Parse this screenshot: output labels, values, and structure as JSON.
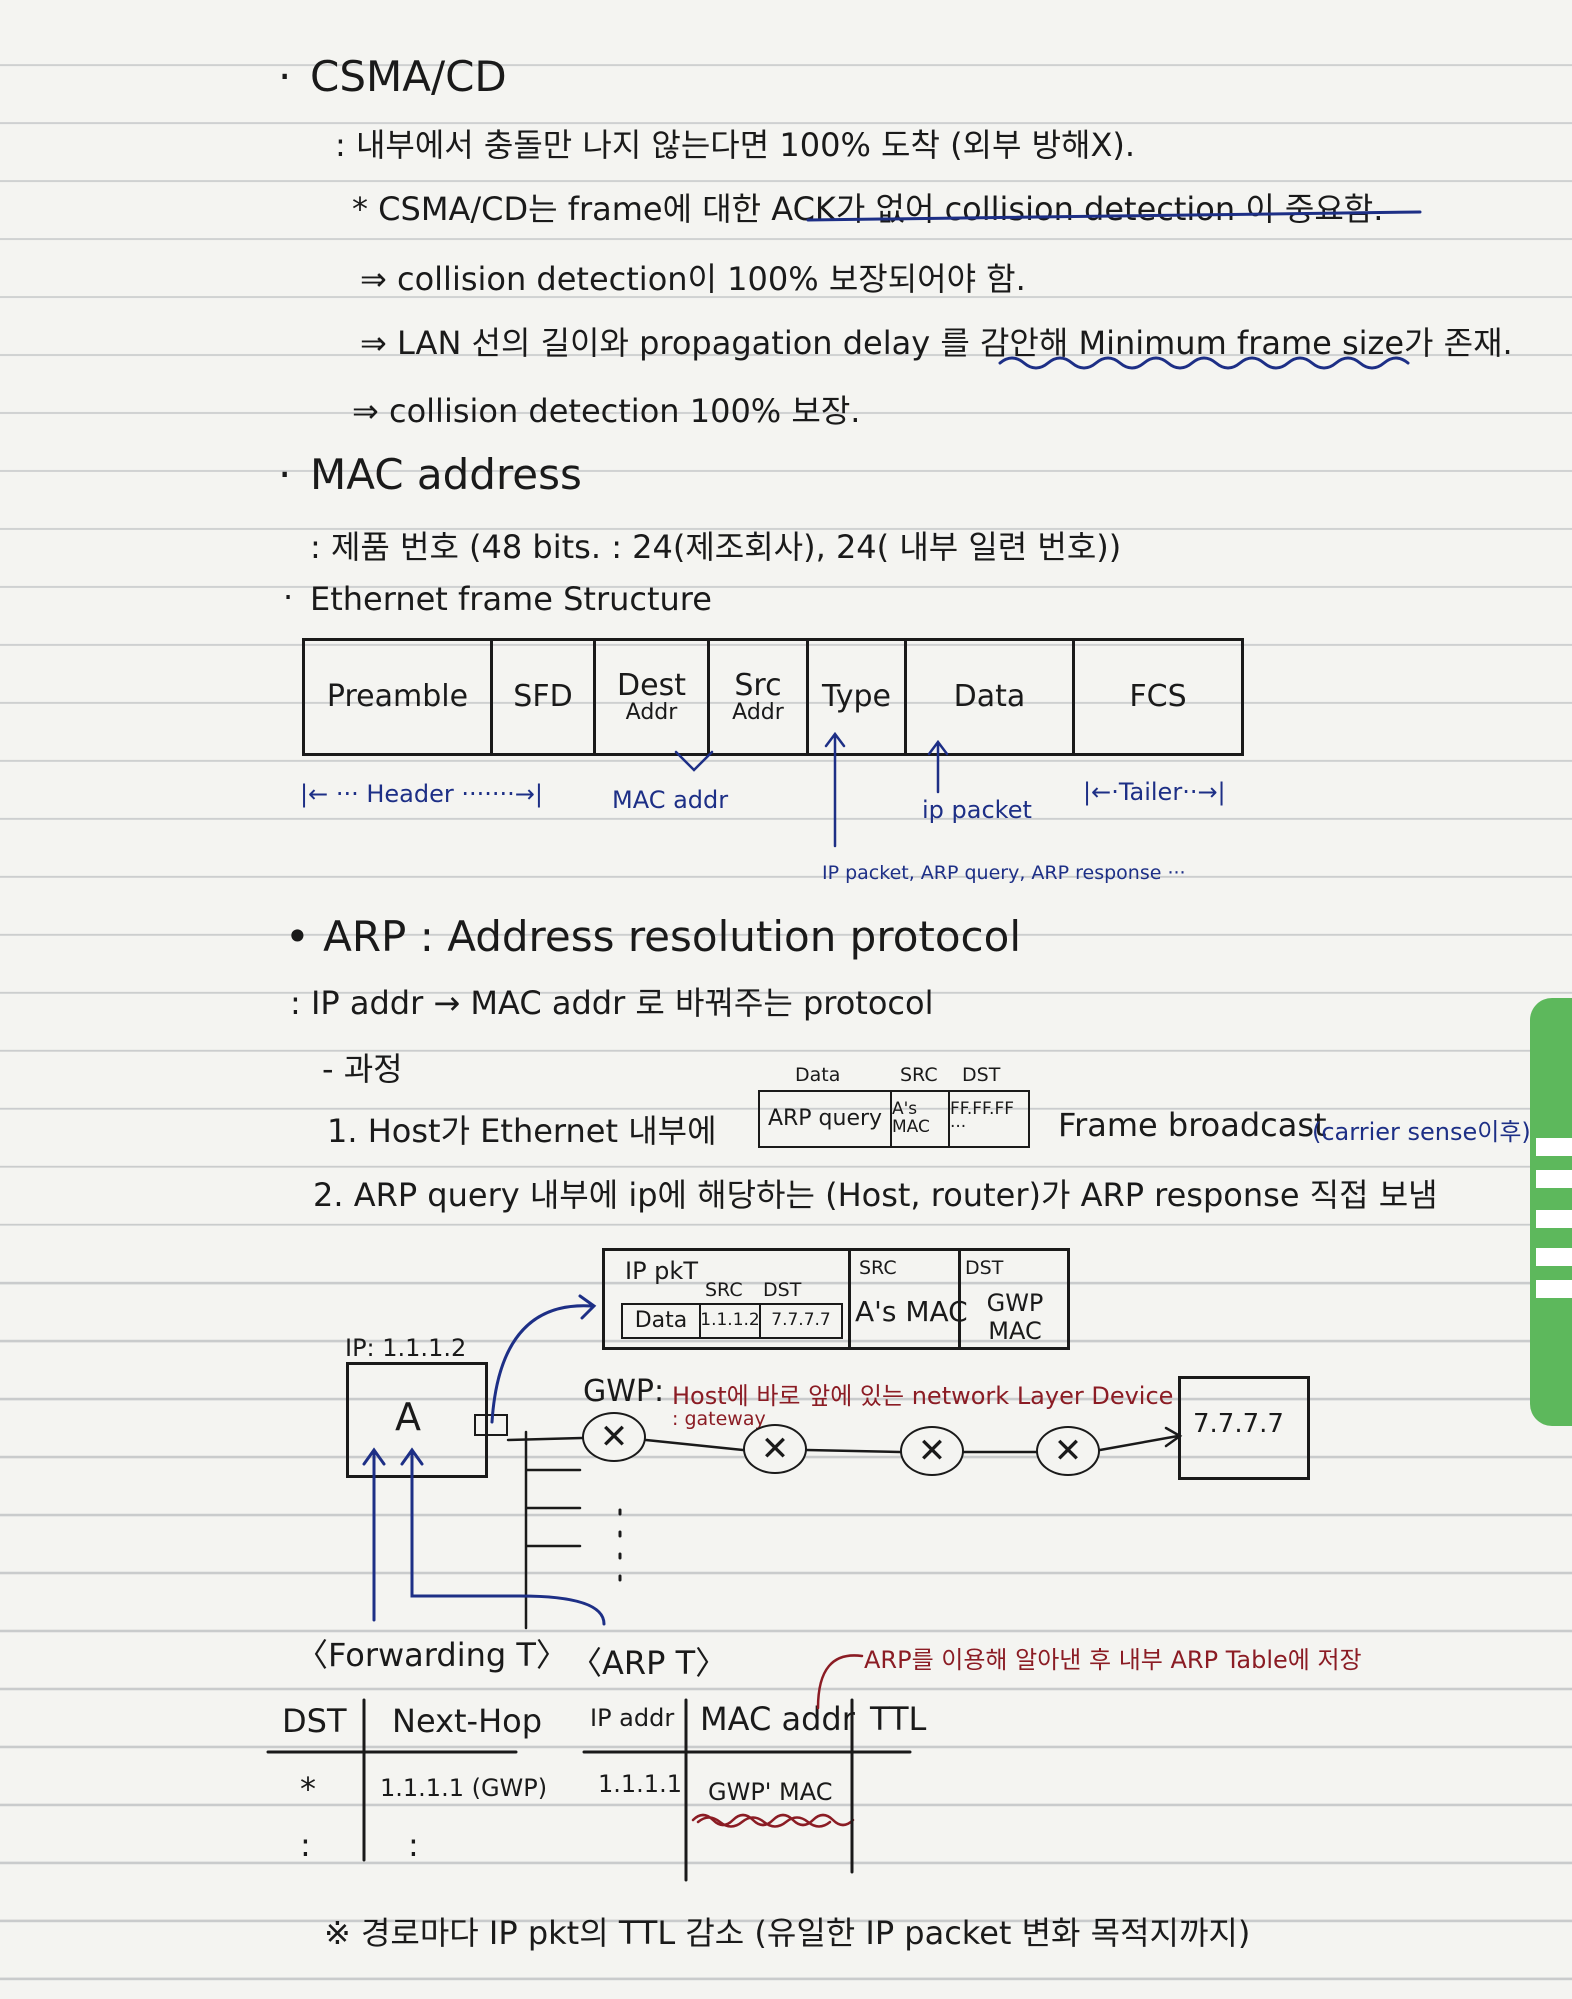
{
  "csma": {
    "title": "CSMA/CD",
    "line1": ": 내부에서 충돌만 나지 않는다면 100% 도착 (외부 방해X).",
    "line2": "* CSMA/CD는 frame에 대한 ACK가 없어 collision detection 이 중요함.",
    "line3": "⇒ collision detection이 100% 보장되어야 함.",
    "line4": "⇒ LAN 선의 길이와 propagation delay 를 감안해 Minimum frame size가 존재.",
    "line5": "⇒ collision detection 100% 보장."
  },
  "mac": {
    "title": "MAC address",
    "line1": ": 제품 번호 (48 bits. : 24(제조회사), 24( 내부 일련 번호))"
  },
  "ethernet": {
    "title": "Ethernet frame Structure",
    "cells": [
      {
        "main": "Preamble",
        "sub": ""
      },
      {
        "main": "SFD",
        "sub": ""
      },
      {
        "main": "Dest",
        "sub": "Addr"
      },
      {
        "main": "Src",
        "sub": "Addr"
      },
      {
        "main": "Type",
        "sub": ""
      },
      {
        "main": "Data",
        "sub": ""
      },
      {
        "main": "FCS",
        "sub": ""
      }
    ],
    "header_span": "|← ··· Header ·······→|",
    "mac_label": "MAC addr",
    "ip_label": "ip packet",
    "trailer_span": "|←·Tailer··→|",
    "type_note": "IP packet, ARP query, ARP response ···"
  },
  "arp": {
    "title": "• ARP : Address resolution protocol",
    "line1": ": IP addr → MAC addr 로 바꿔주는 protocol",
    "process": "- 과정",
    "step1_pre": "1. Host가 Ethernet 내부에",
    "step1_post": "Frame broadcast",
    "step1_note": "(carrier sense이후)",
    "mini_headers": {
      "data": "Data",
      "src": "SRC",
      "dst": "DST"
    },
    "mini_cells": [
      "ARP query",
      "A's MAC",
      "FF.FF.FF ···"
    ],
    "step2": "2. ARP query 내부에 ip에 해당하는 (Host, router)가 ARP response 직접 보냄"
  },
  "diagram": {
    "pkt_title": "IP pkT",
    "pkt_src_head": "SRC",
    "pkt_dst_head": "DST",
    "pkt_inner": [
      "Data",
      "1.1.1.2",
      "7.7.7.7"
    ],
    "frame_src_head": "SRC",
    "frame_dst_head": "DST",
    "frame_src": "A's MAC",
    "frame_dst": "GWP MAC",
    "host_ip": "IP: 1.1.1.2",
    "host_label": "A",
    "gwp_label": "GWP:",
    "gwp_desc": "Host에 바로 앞에 있는 network Layer Device",
    "gwp_sub": ": gateway",
    "node_glyph": "✕",
    "dest_label": "7.7.7.7"
  },
  "tables": {
    "fwd_title": "〈Forwarding T〉",
    "arp_title": "〈ARP T〉",
    "arp_note": "ARP를 이용해 알아낸 후 내부 ARP Table에 저장",
    "fwd_headers": [
      "DST",
      "Next-Hop"
    ],
    "fwd_row1": [
      "*",
      "1.1.1.1 (GWP)"
    ],
    "fwd_row2": [
      ":",
      ":"
    ],
    "arp_headers": [
      "IP addr",
      "MAC addr",
      "TTL"
    ],
    "arp_row1": [
      "1.1.1.1",
      "GWP' MAC"
    ]
  },
  "footer": "※ 경로마다 IP pkt의 TTL 감소 (유일한 IP packet 변화 목적지까지)"
}
